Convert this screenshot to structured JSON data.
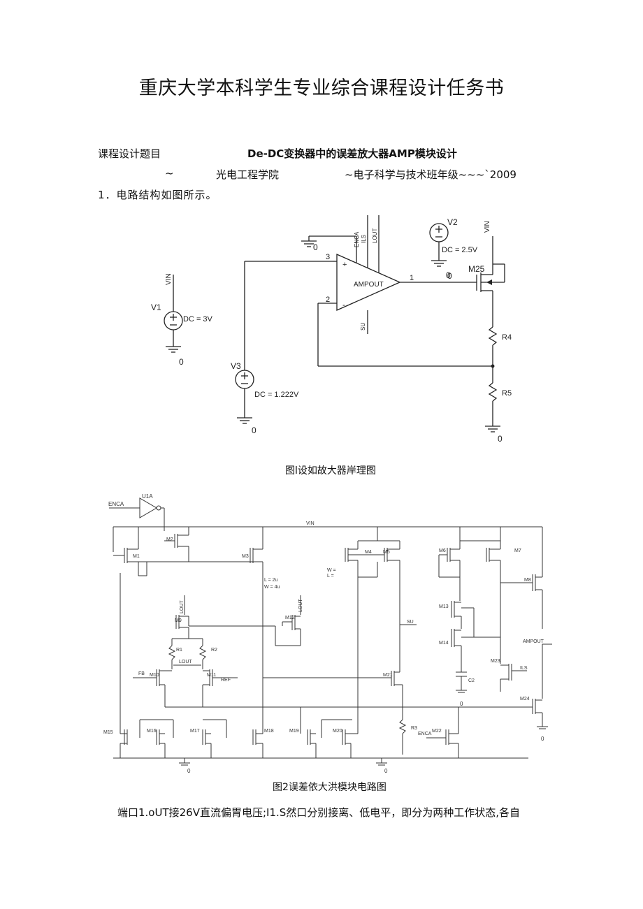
{
  "doc": {
    "title": "重庆大学本科学生专业综合课程设计任务书",
    "topic_label": "课程设计题目",
    "topic_value": "De-DC变换器中的误差放大器AMP模块设计",
    "row2_tilde": "~",
    "college": "光电工程学院",
    "major_grade": "~电子科学与技术班年级~~~`2009",
    "section1": "1．电路结构如图所示。",
    "fig1_caption": "图l设如故大器岸理图",
    "fig2_caption": "图2误差依大洪模块电路图",
    "bottom_text": "端口1.oUT接26V直流偏胃电压;I1.S然口分别接离、低电平，即分为两种工作状态,各自"
  },
  "fig1": {
    "amp_label": "AMPOUT",
    "pin_plus": "+",
    "pin_minus": "-",
    "pin3": "3",
    "pin2": "2",
    "pin1": "1",
    "top_pins": [
      "ENCA",
      "ILS",
      "LOUT"
    ],
    "bottom_pin": "SU",
    "v1_name": "V1",
    "v1_val": "DC = 3V",
    "v1_top": "VIN",
    "v2_name": "V2",
    "v2_val": "DC = 2.5V",
    "v3_name": "V3",
    "v3_val": "DC = 1.222V",
    "m25": "M25",
    "vin_right": "VIN",
    "r4": "R4",
    "r5": "R5",
    "zero": "0"
  },
  "fig2": {
    "u1a": "U1A",
    "enca_in": "ENCA",
    "vin": "VIN",
    "m1": "M1",
    "m2": "M2",
    "m3": "M3",
    "m4": "M4",
    "m5": "M5",
    "m6": "M6",
    "m7": "M7",
    "m8": "M8",
    "m9": "M9",
    "m10": "M10",
    "m11": "M11",
    "m12": "M12",
    "m13": "M13",
    "m14": "M14",
    "m15": "M15",
    "m16": "M16",
    "m17": "M17",
    "m18": "M18",
    "m19": "M19",
    "m20": "M20",
    "m21": "M21",
    "m22": "M22",
    "m23": "M23",
    "m24": "M24",
    "lw1": "L = 2u",
    "lw2": "W = 4u",
    "wl1": "W =",
    "wl2": "L =",
    "lout1": "LOUT",
    "lout2": "LOUT",
    "lout3": "LOUT",
    "r1": "R1",
    "r2": "R2",
    "r3": "R3",
    "fb": "FB",
    "ref": "REF",
    "su": "SU",
    "c2": "C2",
    "ils": "ILS",
    "ampout": "AMPOUT",
    "enca2": "ENCA",
    "zero": "0"
  }
}
